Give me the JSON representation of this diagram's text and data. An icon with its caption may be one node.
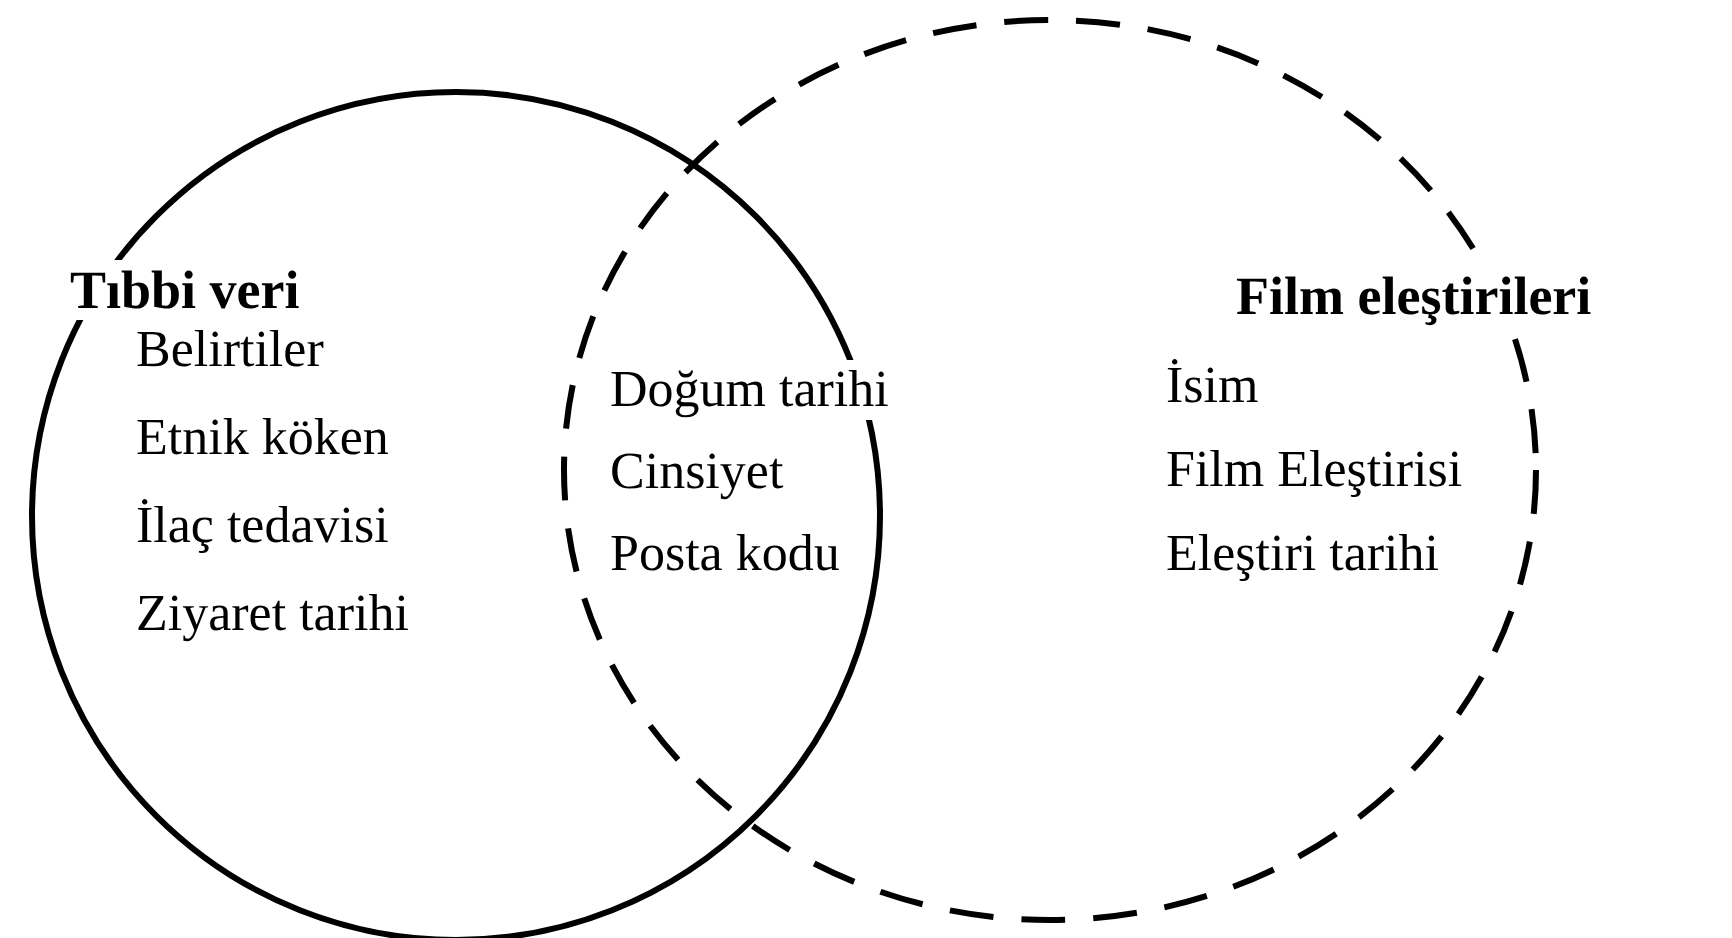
{
  "diagram": {
    "nodes": [
      {
        "text": [
          "Tıbbi veri",
          "Belirtiler",
          "Etnik köken",
          "İlaç tedavisi",
          "Ziyaret tarihi"
        ]
      },
      {
        "text": [
          "Film eleştirileri",
          "İsim",
          "Film Eleştirisi",
          "Eleştiri tarihi"
        ]
      }
    ],
    "edges": [],
    "labels": [
      "Doğum tarihi",
      "Cinsiyet",
      "Posta kodu"
    ]
  }
}
